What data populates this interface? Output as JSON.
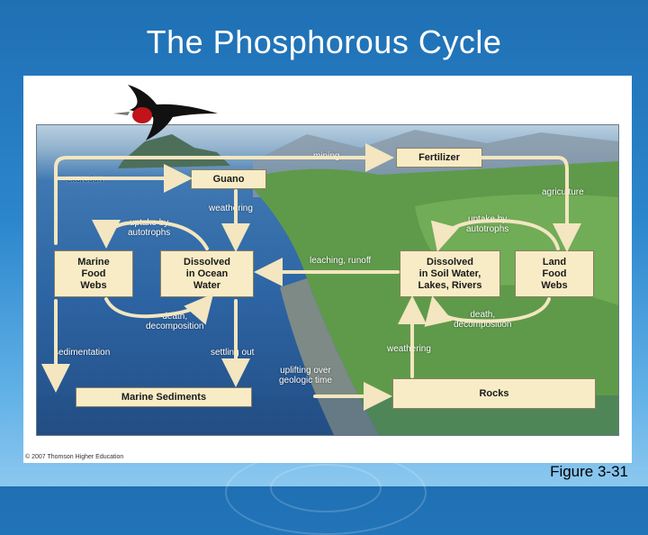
{
  "slide": {
    "title": "The Phosphorous Cycle",
    "figure_label": "Figure 3-31",
    "copyright": "© 2007 Thomson Higher Education"
  },
  "diagram": {
    "boxes": {
      "fertilizer": "Fertilizer",
      "guano": "Guano",
      "marine_food_webs": "Marine\nFood\nWebs",
      "dissolved_ocean": "Dissolved\nin Ocean\nWater",
      "dissolved_soil": "Dissolved\nin Soil Water,\nLakes, Rivers",
      "land_food_webs": "Land\nFood\nWebs",
      "marine_sediments": "Marine Sediments",
      "rocks": "Rocks"
    },
    "labels": {
      "mining": "mining",
      "excretion": "excretion",
      "agriculture": "agriculture",
      "weathering_top": "weathering",
      "uptake_marine": "uptake by\nautotrophs",
      "uptake_land": "uptake by\nautotrophs",
      "leaching": "leaching, runoff",
      "death_marine": "death,\ndecomposition",
      "death_land": "death,\ndecomposition",
      "sedimentation": "sedimentation",
      "settling_out": "settling out",
      "weathering_bottom": "weathering",
      "uplifting": "uplifting over\ngeologic time"
    },
    "colors": {
      "box_fill": "#f7ecc6",
      "arrow": "#f3e6c0",
      "water": "#2d64a3",
      "land": "#5f9a4a"
    }
  }
}
